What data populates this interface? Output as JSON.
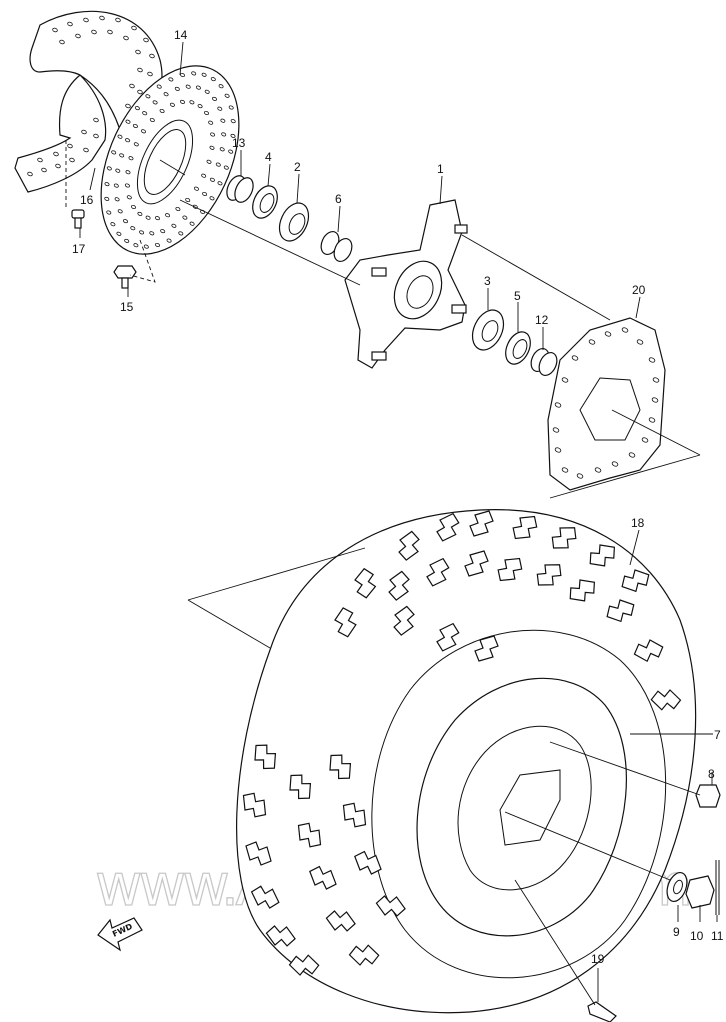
{
  "watermark": "www.Alpha-Sports.com",
  "fwd_label": "FWD",
  "callouts": [
    {
      "id": "1",
      "text": "1"
    },
    {
      "id": "2",
      "text": "2"
    },
    {
      "id": "3",
      "text": "3"
    },
    {
      "id": "4",
      "text": "4"
    },
    {
      "id": "5",
      "text": "5"
    },
    {
      "id": "6",
      "text": "6"
    },
    {
      "id": "7",
      "text": "7"
    },
    {
      "id": "8",
      "text": "8"
    },
    {
      "id": "9",
      "text": "9"
    },
    {
      "id": "10",
      "text": "10"
    },
    {
      "id": "11",
      "text": "11"
    },
    {
      "id": "12",
      "text": "12"
    },
    {
      "id": "13",
      "text": "13"
    },
    {
      "id": "14",
      "text": "14"
    },
    {
      "id": "15",
      "text": "15"
    },
    {
      "id": "16",
      "text": "16"
    },
    {
      "id": "17",
      "text": "17"
    },
    {
      "id": "18",
      "text": "18"
    },
    {
      "id": "19",
      "text": "19"
    },
    {
      "id": "20",
      "text": "20"
    }
  ]
}
